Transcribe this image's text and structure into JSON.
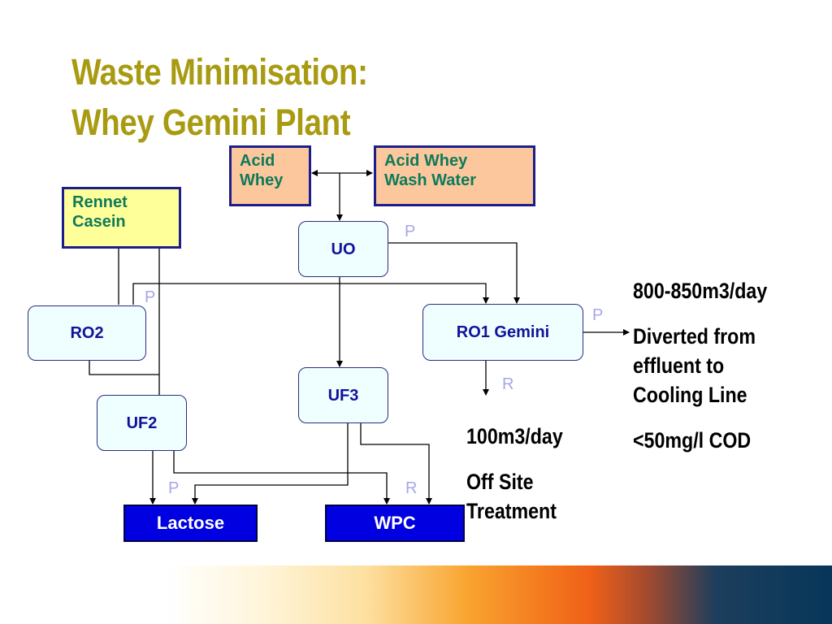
{
  "title": {
    "line1": "Waste Minimisation:",
    "line2": "Whey Gemini Plant"
  },
  "nodes": {
    "acid_whey": {
      "line1": "Acid",
      "line2": "Whey"
    },
    "acid_whey_wash": {
      "line1": "Acid Whey",
      "line2": "Wash Water"
    },
    "rennet_casein": {
      "line1": "Rennet",
      "line2": "Casein"
    },
    "uo": "UO",
    "ro2": "RO2",
    "ro1_gemini": "RO1 Gemini",
    "uf3": "UF3",
    "uf2": "UF2",
    "lactose": "Lactose",
    "wpc": "WPC"
  },
  "stream_labels": {
    "uo_permeate": "P",
    "ro2_permeate": "P",
    "ro1_permeate": "P",
    "ro1_retentate": "R",
    "uf2_permeate": "P",
    "uf3_retentate": "R"
  },
  "notes": {
    "permeate": {
      "flow": "800-850m3/day",
      "line1": "Diverted from",
      "line2": "effluent to",
      "line3": "Cooling Line",
      "cod": "<50mg/l COD"
    },
    "retentate": {
      "flow": "100m3/day",
      "line1": "Off Site",
      "line2": "Treatment"
    }
  },
  "colors": {
    "title": "#a89b12",
    "node_text_green": "#0d7a5a",
    "node_text_blue": "#11129a",
    "peach_fill": "#fcc79d",
    "yellow_fill": "#ffff99",
    "product_fill": "#0000e0",
    "stream_label": "#a6a6e8"
  }
}
